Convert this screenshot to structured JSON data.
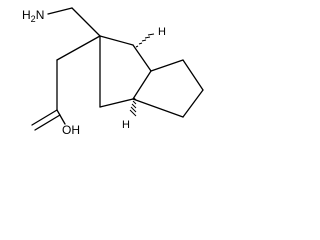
{
  "molecule": {
    "atom_labels": {
      "amine": "H2N",
      "amine_main": "H",
      "amine_sub": "2",
      "amine_n": "N",
      "hydroxyl": "OH",
      "stereo_h_top": "H",
      "stereo_h_bottom": "H"
    },
    "colors": {
      "bond": "#000000",
      "background": "#ffffff"
    }
  }
}
